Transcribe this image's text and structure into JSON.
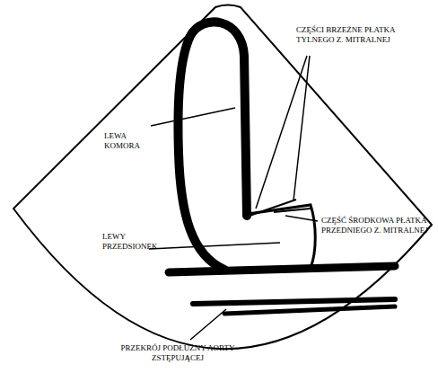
{
  "diagram": {
    "labels": [
      "CZĘŚCI BRZEŻNE PŁATKA TYLNEGO Z. MITRALNEJ",
      "LEWA KOMORA",
      "CZĘŚĆ ŚRODKOWA PŁATKA PRZEDNIEGO Z. MITRALNEJ",
      "LEWY PRZEDSIONEK",
      "PRZEKRÓJ PODŁUŻNY AORTY ZSTĘPUJĄCEJ"
    ]
  }
}
